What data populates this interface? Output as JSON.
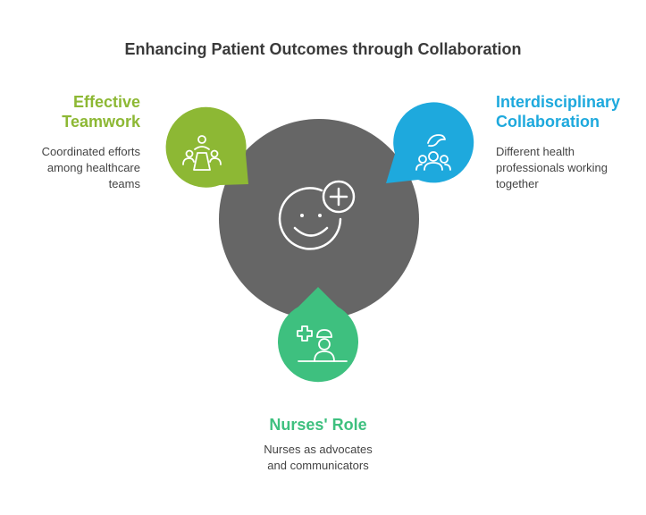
{
  "title": "Enhancing Patient Outcomes through Collaboration",
  "colors": {
    "center": "#666666",
    "teamwork": "#8db834",
    "collaboration": "#1ea9dd",
    "nurses": "#3ec07f",
    "text_heading_teamwork": "#8db834",
    "text_heading_collab": "#1ea9dd",
    "text_heading_nurses": "#3ec07f"
  },
  "center": {
    "icon": "patient-smile-plus-icon"
  },
  "items": [
    {
      "id": "teamwork",
      "heading_line1": "Effective",
      "heading_line2": "Teamwork",
      "desc_line1": "Coordinated efforts",
      "desc_line2": "among healthcare",
      "desc_line3": "teams",
      "icon": "team-meeting-icon"
    },
    {
      "id": "collaboration",
      "heading_line1": "Interdisciplinary",
      "heading_line2": "Collaboration",
      "desc_line1": "Different health",
      "desc_line2": "professionals working",
      "desc_line3": "together",
      "icon": "group-people-icon"
    },
    {
      "id": "nurses",
      "heading_line1": "Nurses' Role",
      "desc_line1": "Nurses as advocates",
      "desc_line2": "and communicators",
      "icon": "nurse-icon"
    }
  ]
}
